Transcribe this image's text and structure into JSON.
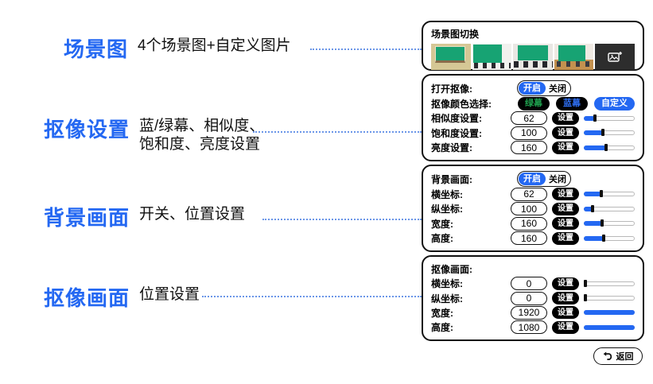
{
  "colors": {
    "accent": "#2468f2",
    "green_text": "#1fa04e",
    "button_black": "#000000"
  },
  "annotations": [
    {
      "title": "场景图",
      "desc1": "4个场景图+自定义图片",
      "desc2": ""
    },
    {
      "title": "抠像设置",
      "desc1": "蓝/绿幕、相似度、",
      "desc2": "饱和度、亮度设置"
    },
    {
      "title": "背景画面",
      "desc1": "开关、位置设置",
      "desc2": ""
    },
    {
      "title": "抠像画面",
      "desc1": "位置设置",
      "desc2": ""
    }
  ],
  "scene_panel": {
    "title": "场景图切换",
    "thumbnails": [
      {
        "name": "scene-thumbnail-1"
      },
      {
        "name": "scene-thumbnail-2"
      },
      {
        "name": "scene-thumbnail-3"
      },
      {
        "name": "scene-thumbnail-4"
      }
    ],
    "custom_icon": "add-image-icon"
  },
  "keying_panel": {
    "toggle_label": "打开抠像:",
    "toggle_on": "开启",
    "toggle_off": "关闭",
    "color_label": "抠像颜色选择:",
    "color_buttons": [
      {
        "label": "绿幕"
      },
      {
        "label": "蓝幕"
      },
      {
        "label": "自定义"
      }
    ],
    "rows": [
      {
        "label": "相似度设置:",
        "value": "62",
        "button": "设置",
        "percent": 19
      },
      {
        "label": "饱和度设置:",
        "value": "100",
        "button": "设置",
        "percent": 35
      },
      {
        "label": "亮度设置:",
        "value": "160",
        "button": "设置",
        "percent": 42
      }
    ]
  },
  "background_panel": {
    "toggle_label": "背景画面:",
    "toggle_on": "开启",
    "toggle_off": "关闭",
    "rows": [
      {
        "label": "横坐标:",
        "value": "62",
        "button": "设置",
        "percent": 33
      },
      {
        "label": "纵坐标:",
        "value": "100",
        "button": "设置",
        "percent": 14
      },
      {
        "label": "宽度:",
        "value": "160",
        "button": "设置",
        "percent": 34
      },
      {
        "label": "高度:",
        "value": "160",
        "button": "设置",
        "percent": 37
      }
    ]
  },
  "matting_panel": {
    "title": "抠像画面:",
    "rows": [
      {
        "label": "横坐标:",
        "value": "0",
        "button": "设置",
        "percent": 0
      },
      {
        "label": "纵坐标:",
        "value": "0",
        "button": "设置",
        "percent": 0
      },
      {
        "label": "宽度:",
        "value": "1920",
        "button": "设置",
        "percent": 100
      },
      {
        "label": "高度:",
        "value": "1080",
        "button": "设置",
        "percent": 100
      }
    ]
  },
  "back_button": {
    "label": "返回",
    "icon": "back-arrow-icon"
  }
}
